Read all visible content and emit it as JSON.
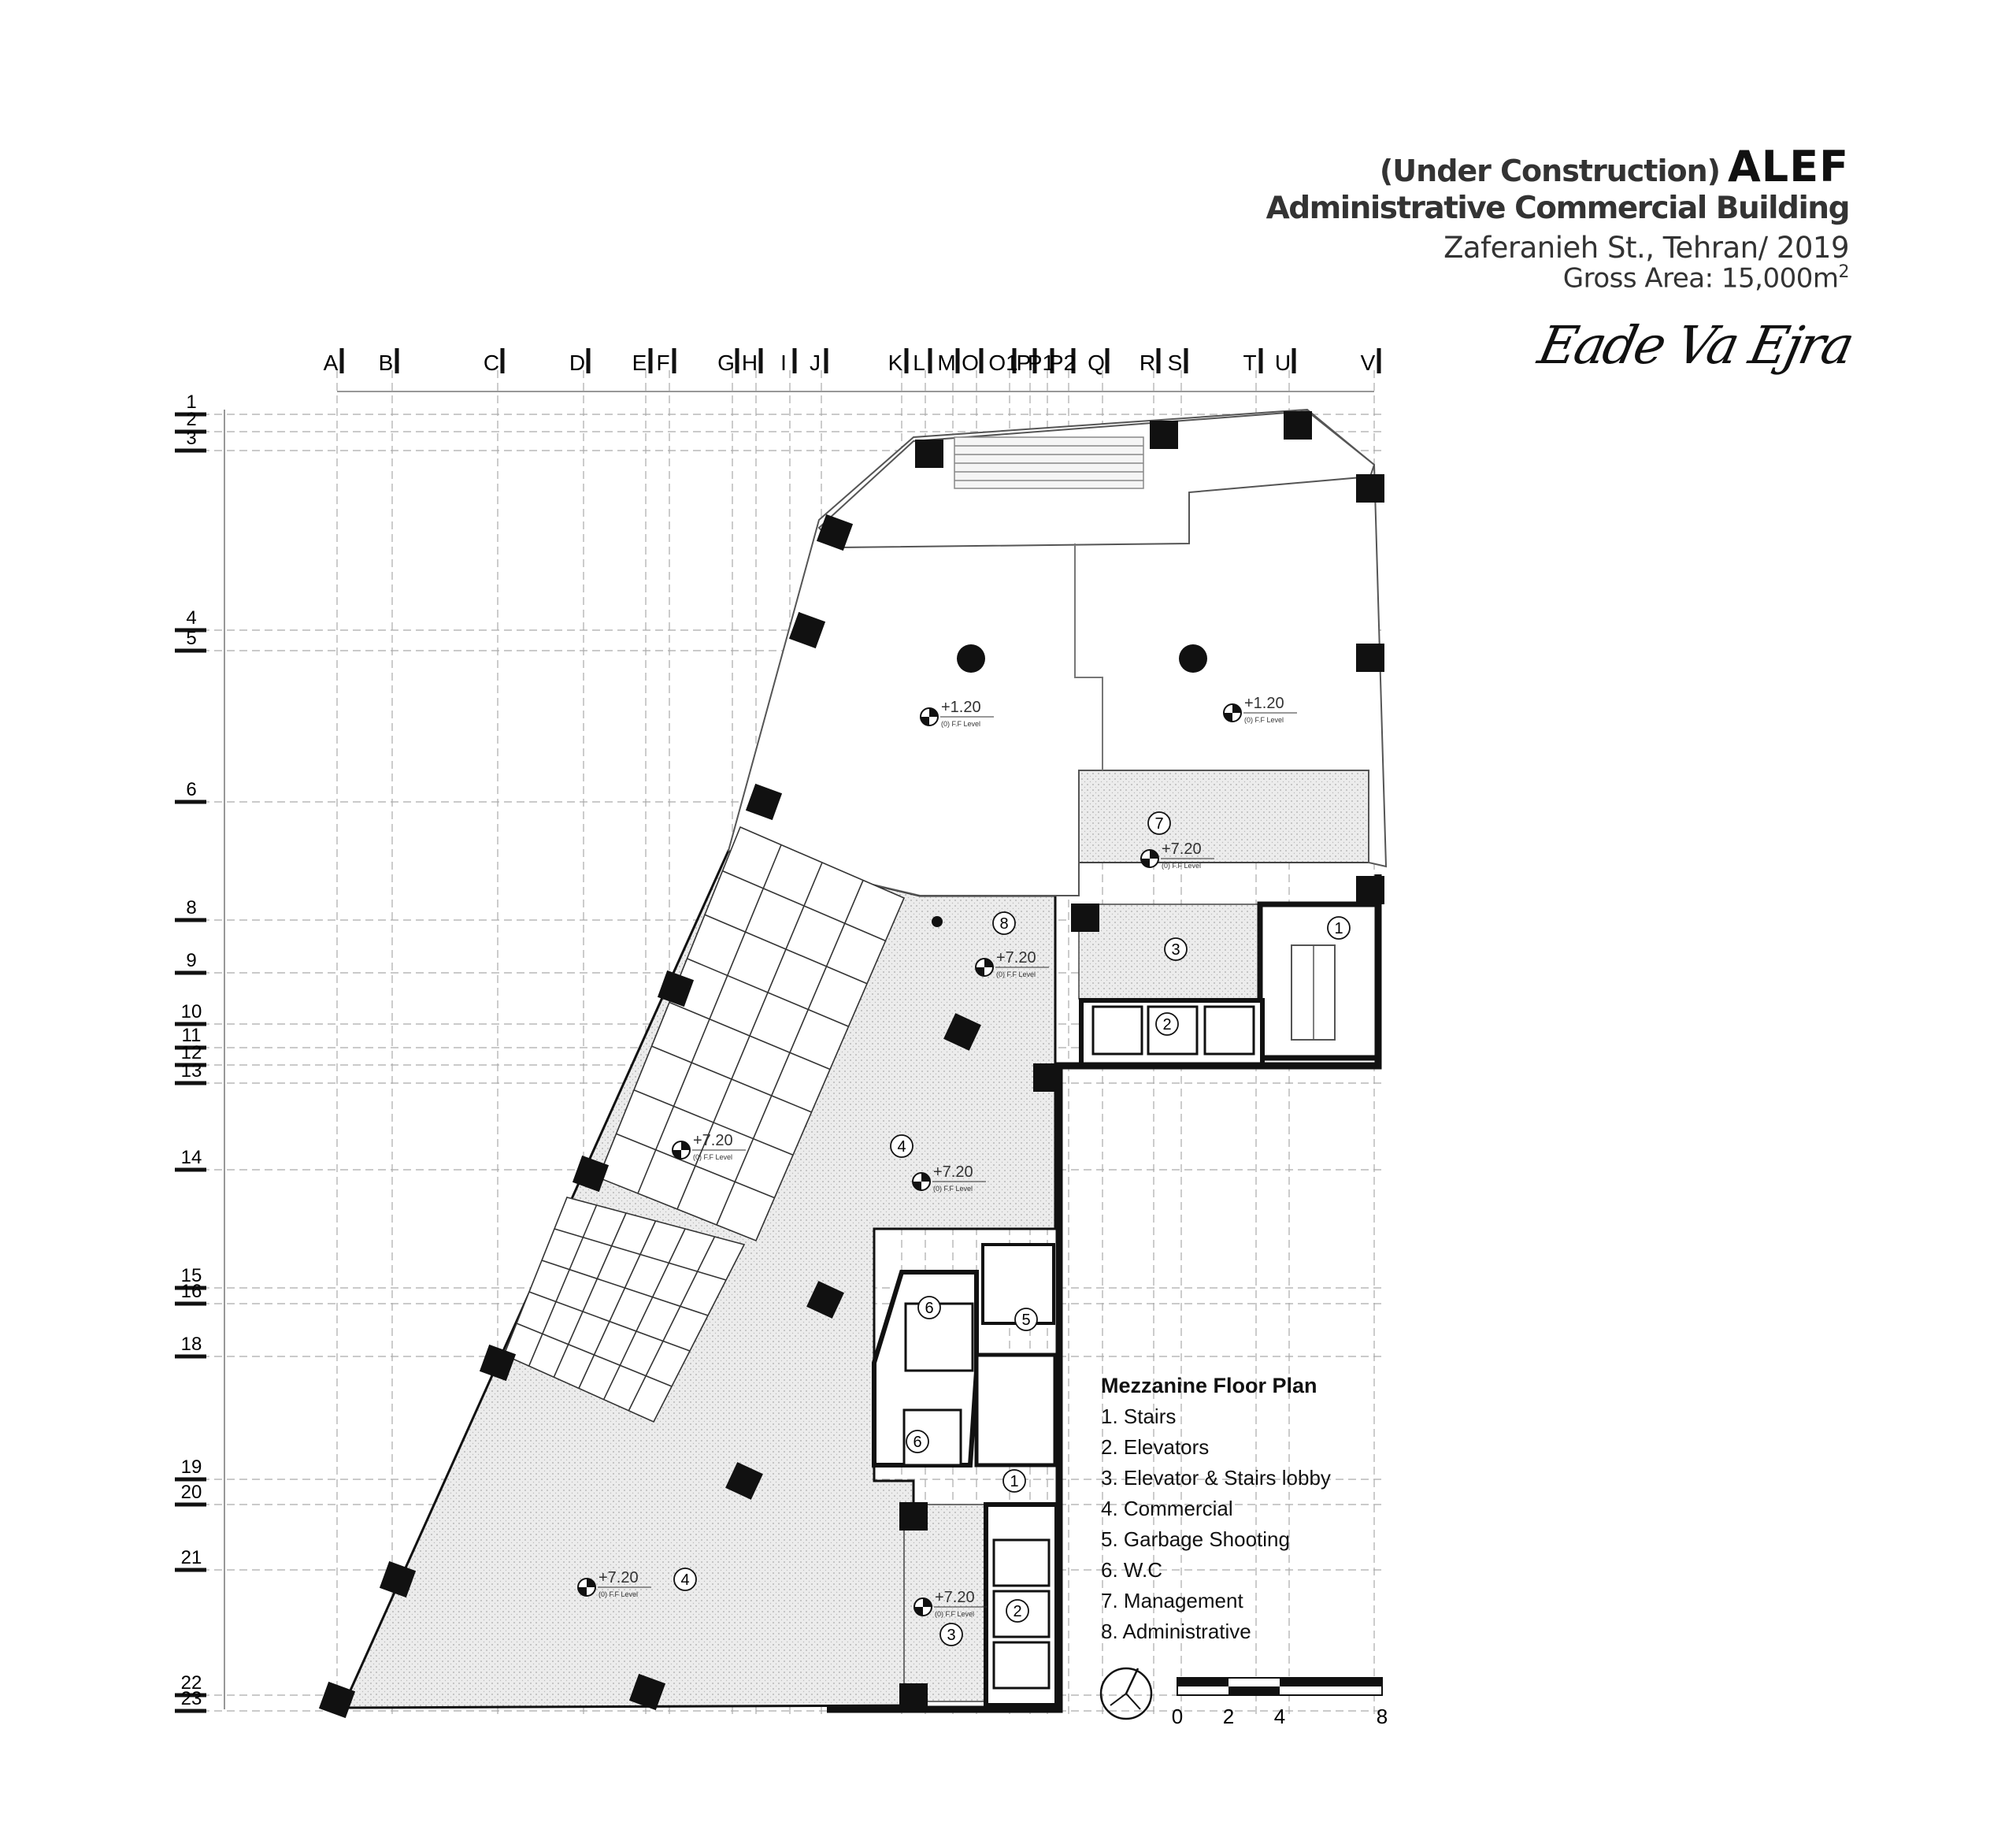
{
  "title": {
    "status": "(Under Construction)",
    "brand": "ALEF",
    "subtitle": "Administrative Commercial Building",
    "location": "Zaferanieh St., Tehran/ 2019",
    "area_label": "Gross Area: 15,000m",
    "area_sup": "2"
  },
  "signature": "Eade Va Ejra",
  "legend": {
    "title": "Mezzanine Floor Plan",
    "items": [
      "1. Stairs",
      "2. Elevators",
      "3. Elevator & Stairs lobby",
      "4. Commercial",
      "5. Garbage Shooting",
      "6. W.C",
      "7. Management",
      "8. Administrative"
    ]
  },
  "grid": {
    "columns": [
      "A",
      "B",
      "C",
      "D",
      "E",
      "F",
      "G",
      "H",
      "I",
      "J",
      "K",
      "L",
      "M",
      "O",
      "O1",
      "P",
      "P1",
      "P2",
      "Q",
      "R",
      "S",
      "T",
      "U",
      "V"
    ],
    "rows": [
      "1",
      "2",
      "3",
      "4",
      "5",
      "6",
      "8",
      "9",
      "10",
      "11",
      "12",
      "13",
      "14",
      "15",
      "16",
      "18",
      "19",
      "20",
      "21",
      "22",
      "23"
    ]
  },
  "levels": {
    "upper": "+1.20",
    "mezz": "+7.20",
    "caption": "(0) F.F Level"
  },
  "room_tags": [
    "1",
    "2",
    "3",
    "4",
    "5",
    "6",
    "7",
    "8"
  ],
  "scale_bar": {
    "labels": [
      "0",
      "2",
      "4",
      "8"
    ]
  }
}
